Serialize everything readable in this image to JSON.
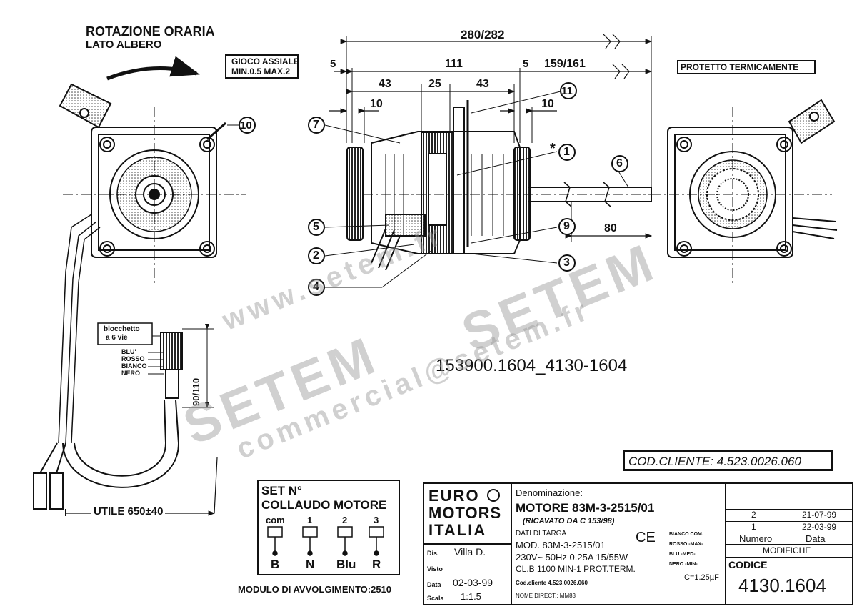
{
  "rotation": {
    "line1": "ROTAZIONE ORARIA",
    "line2": "LATO ALBERO"
  },
  "gioco": {
    "line1": "GIOCO ASSIALE",
    "line2": "MIN.0.5 MAX.2"
  },
  "protetto": "PROTETTO TERMICAMENTE",
  "dimensions": {
    "overall": "280/282",
    "d5a": "5",
    "d111": "111",
    "d5b": "5",
    "d159": "159/161",
    "d43a": "43",
    "d25": "25",
    "d43b": "43",
    "d10a": "10",
    "d10b": "10",
    "d80": "80",
    "d90": "90/110",
    "star": "*"
  },
  "callouts": [
    "1",
    "2",
    "3",
    "4",
    "5",
    "6",
    "7",
    "9",
    "10",
    "11"
  ],
  "connector": {
    "line1": "blocchetto",
    "line2": "a 6 vie",
    "wires": [
      "BLU'",
      "ROSSO",
      "BIANCO",
      "NERO"
    ]
  },
  "utile": "UTILE 650±40",
  "drawing_number": "153900.1604_4130-1604",
  "watermarks": {
    "w1": "www.setem.fr",
    "w2": "SETEM",
    "w3": "SETEM",
    "w4": "commercial@setem.fr"
  },
  "cod_cliente": "COD.CLIENTE:  4.523.0026.060",
  "set_box": {
    "set_label": "SET N°",
    "collaudo": "COLLAUDO  MOTORE",
    "terminals": [
      "com",
      "1",
      "2",
      "3"
    ],
    "wires": [
      "B",
      "N",
      "Blu",
      "R"
    ]
  },
  "modulo": "MODULO DI AVVOLGIMENTO:2510",
  "logo": {
    "line1": "EURO",
    "line2": "MOTORS",
    "line3": "ITALIA"
  },
  "sign": {
    "dis_label": "Dis.",
    "dis_value": "Villa D.",
    "visto_label": "Visto",
    "data_label": "Data",
    "data_value": "02-03-99",
    "scala_label": "Scala",
    "scala_value": "1:1.5"
  },
  "denom": {
    "label": "Denominazione:",
    "title": "MOTORE 83M-3-2515/01",
    "ricavato": "(RICAVATO DA C 153/98)",
    "targa": "DATI DI TARGA",
    "mod": "MOD. 83M-3-2515/01",
    "ce": "CE",
    "rating": "230V~ 50Hz  0.25A  15/55W",
    "class": "CL.B 1100  MIN-1 PROT.TERM.",
    "codcli": "Cod.cliente  4.523.0026.060",
    "nome": "NOME DIRECT.:  MM83",
    "wires": [
      "BIANCO  COM.",
      "ROSSO  -MAX-",
      "BLU  -MED-",
      "NERO  -MIN-"
    ],
    "cap": "C=1.25µF"
  },
  "modifiche": {
    "rows": [
      {
        "num": "2",
        "date": "21-07-99"
      },
      {
        "num": "1",
        "date": "22-03-99"
      }
    ],
    "numero": "Numero",
    "data": "Data",
    "title": "MODIFICHE",
    "codice_label": "CODICE",
    "codice_value": "4130.1604"
  }
}
